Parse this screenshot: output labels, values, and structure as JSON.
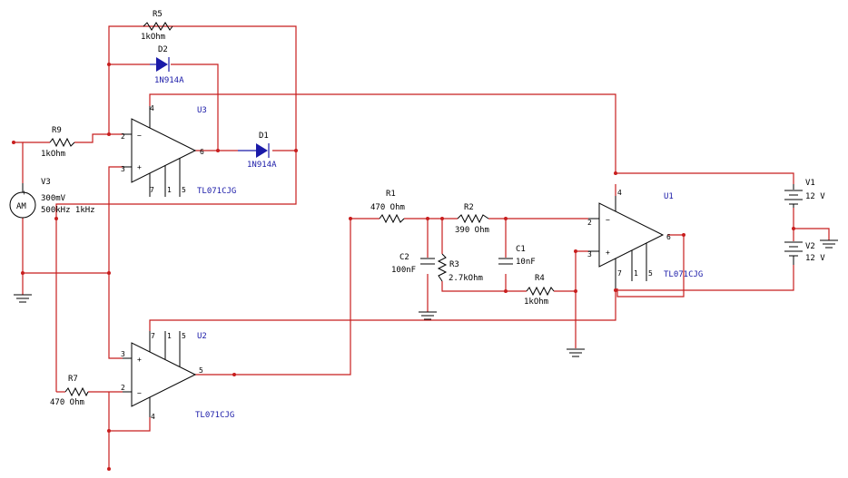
{
  "components": {
    "r5": {
      "ref": "R5",
      "value": "1kOhm"
    },
    "d2": {
      "ref": "D2",
      "value": "1N914A"
    },
    "d1": {
      "ref": "D1",
      "value": "1N914A"
    },
    "u3": {
      "ref": "U3",
      "part": "TL071CJG",
      "pins": {
        "in_neg": "2",
        "in_pos": "3",
        "vcc": "4",
        "out": "6",
        "p7": "7",
        "p1": "1",
        "p5": "5"
      }
    },
    "r9": {
      "ref": "R9",
      "value": "1kOhm"
    },
    "v3": {
      "ref": "V3",
      "symbol": "AM",
      "amplitude": "300mV",
      "params": "500kHz 1kHz"
    },
    "r7": {
      "ref": "R7",
      "value": "470 Ohm"
    },
    "u2": {
      "ref": "U2",
      "part": "TL071CJG",
      "pins": {
        "in_pos": "3",
        "in_neg": "2",
        "vcc": "4",
        "out": "5",
        "p7": "7",
        "p1": "1",
        "p5": "5"
      }
    },
    "r1": {
      "ref": "R1",
      "value": "470 Ohm"
    },
    "r2": {
      "ref": "R2",
      "value": "390 Ohm"
    },
    "c2": {
      "ref": "C2",
      "value": "100nF"
    },
    "r3": {
      "ref": "R3",
      "value": "2.7kOhm"
    },
    "c1": {
      "ref": "C1",
      "value": "10nF"
    },
    "r4": {
      "ref": "R4",
      "value": "1kOhm"
    },
    "u1": {
      "ref": "U1",
      "part": "TL071CJG",
      "pins": {
        "in_neg": "2",
        "in_pos": "3",
        "vcc": "4",
        "out": "6",
        "p7": "7",
        "p1": "1",
        "p5": "5"
      }
    },
    "v1": {
      "ref": "V1",
      "value": "12 V"
    },
    "v2": {
      "ref": "V2",
      "value": "12 V"
    }
  },
  "colors": {
    "wire": "#c81e1e",
    "component": "#000000",
    "diode": "#1a1aa8",
    "label_part": "#1a1aa8"
  }
}
